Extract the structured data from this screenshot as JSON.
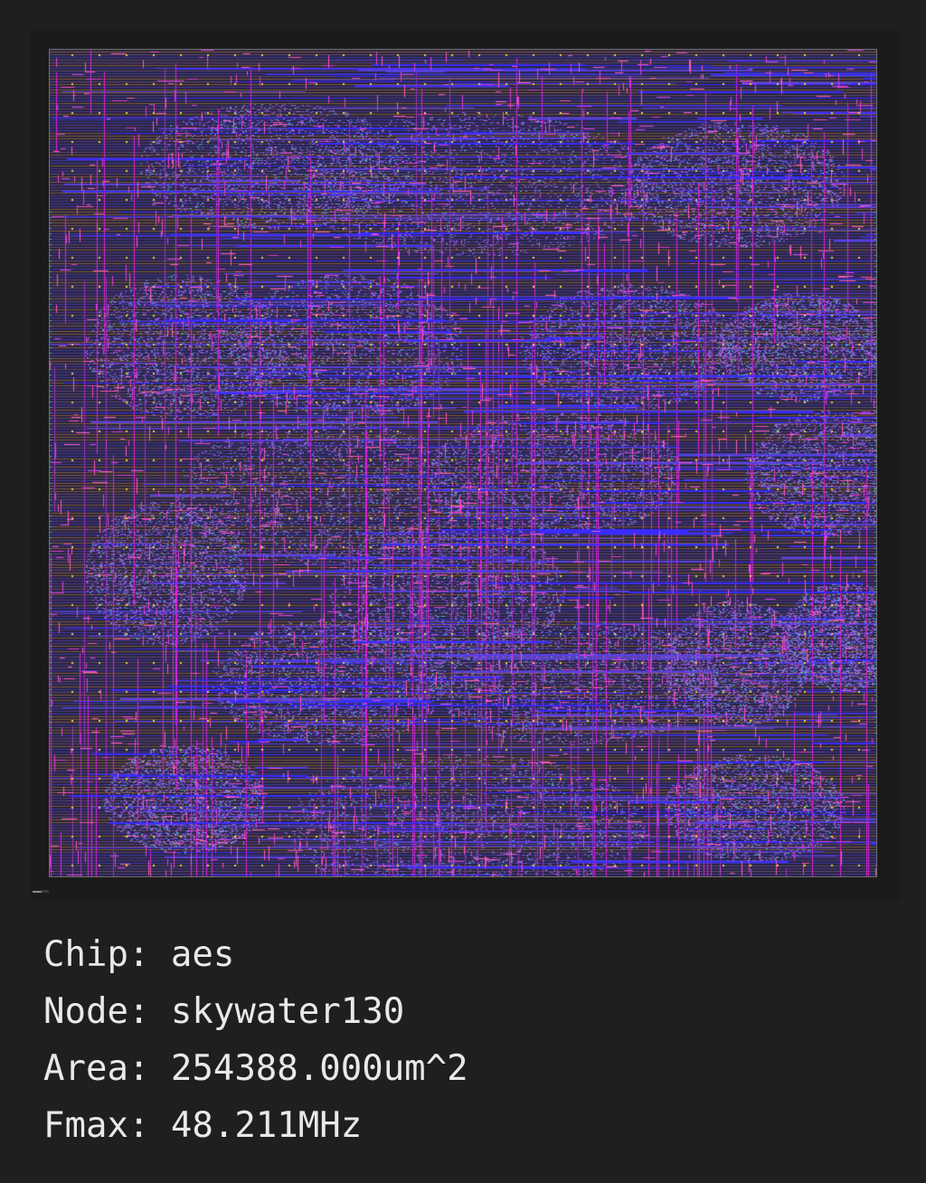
{
  "chip": {
    "label": "Chip:",
    "value": "aes"
  },
  "node": {
    "label": "Node:",
    "value": "skywater130"
  },
  "area": {
    "label": "Area:",
    "value": "254388.000um^2"
  },
  "fmax": {
    "label": "Fmax:",
    "value": "48.211MHz"
  },
  "colors": {
    "background": "#1f1f1f",
    "frame": "#6f6f6f",
    "text": "#e9e9e9",
    "metal_magenta": "#e020e0",
    "metal_blue": "#3a2cff",
    "metal_orange": "#c87a3a",
    "metal_purple": "#8a3fd0",
    "via_yellow": "#e8d83a",
    "metal_cyan": "#4ab8c8"
  }
}
